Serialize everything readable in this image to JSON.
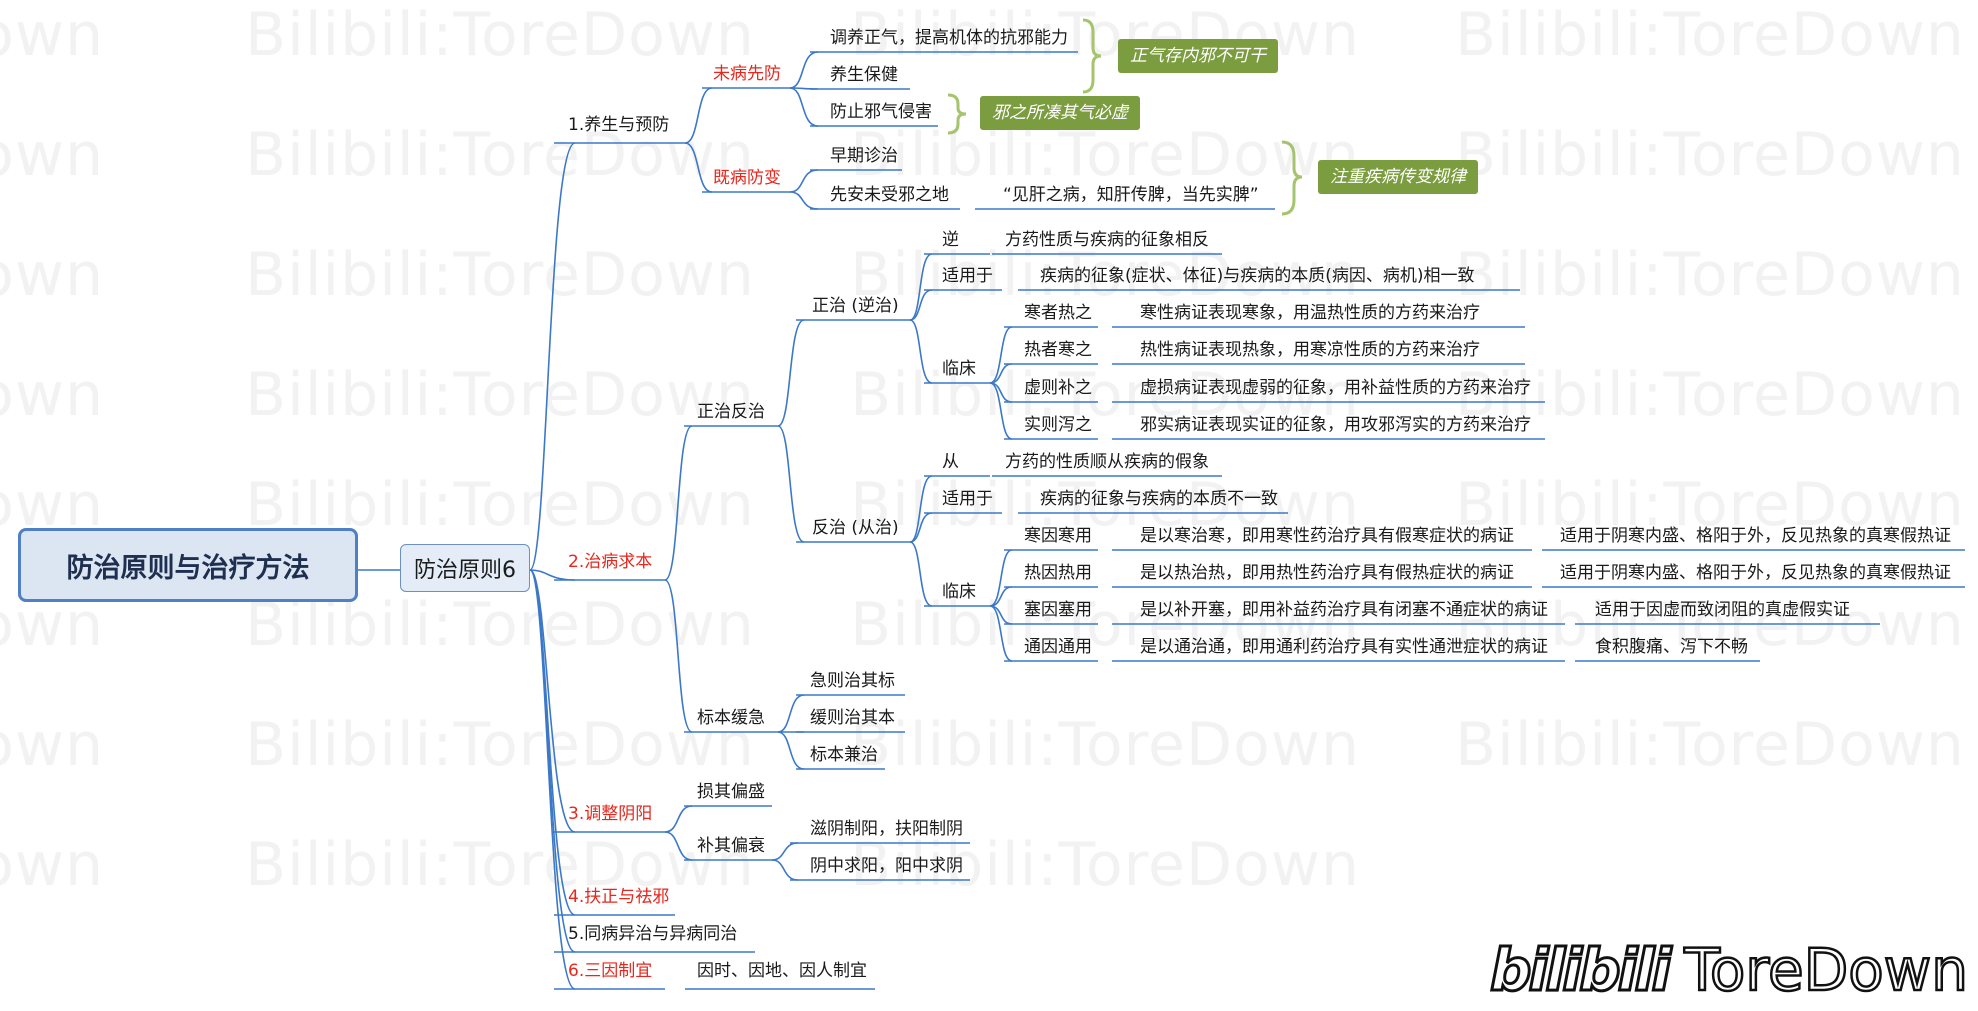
{
  "watermark": "Bilibili:ToreDown",
  "watermark_prefix": "Down",
  "root": "防治原则与治疗方法",
  "sub": "防治原则6",
  "l1": {
    "prevention": "1.养生与预防",
    "treat_root": "2.治病求本",
    "yinyang": "3.调整阴阳",
    "fuzheng": "4.扶正与祛邪",
    "tongbing": "5.同病异治与异病同治",
    "sanyin": "6.三因制宜"
  },
  "prevention": {
    "weibing": "未病先防",
    "weibing_items": [
      "调养正气，提高机体的抗邪能力",
      "养生保健",
      "防止邪气侵害"
    ],
    "jibing": "既病防变",
    "jibing_items": [
      "早期诊治",
      "先安未受邪之地"
    ],
    "quote": "“见肝之病，知肝传脾，当先实脾”",
    "callout1": "正气存内邪不可干",
    "callout2": "邪之所凑其气必虚",
    "callout3": "注重疾病传变规律"
  },
  "zhengfan": {
    "label": "正治反治",
    "zhengzhi": {
      "label": "正治 (逆治)",
      "ni": "逆",
      "ni_desc": "方药性质与疾病的征象相反",
      "shiyong": "适用于",
      "shiyong_desc": "疾病的征象(症状、体征)与疾病的本质(病因、病机)相一致",
      "linchuang": "临床",
      "rows": [
        {
          "term": "寒者热之",
          "desc": "寒性病证表现寒象，用温热性质的方药来治疗"
        },
        {
          "term": "热者寒之",
          "desc": "热性病证表现热象，用寒凉性质的方药来治疗"
        },
        {
          "term": "虚则补之",
          "desc": "虚损病证表现虚弱的征象，用补益性质的方药来治疗"
        },
        {
          "term": "实则泻之",
          "desc": "邪实病证表现实证的征象，用攻邪泻实的方药来治疗"
        }
      ]
    },
    "fanzhi": {
      "label": "反治 (从治)",
      "cong": "从",
      "cong_desc": "方药的性质顺从疾病的假象",
      "shiyong": "适用于",
      "shiyong_desc": "疾病的征象与疾病的本质不一致",
      "linchuang": "临床",
      "rows": [
        {
          "term": "寒因寒用",
          "desc": "是以寒治寒，即用寒性药治疗具有假寒症状的病证",
          "note": "适用于阴寒内盛、格阳于外，反见热象的真寒假热证"
        },
        {
          "term": "热因热用",
          "desc": "是以热治热，即用热性药治疗具有假热症状的病证",
          "note": "适用于阴寒内盛、格阳于外，反见热象的真寒假热证"
        },
        {
          "term": "塞因塞用",
          "desc": "是以补开塞，即用补益药治疗具有闭塞不通症状的病证",
          "note": "适用于因虚而致闭阻的真虚假实证"
        },
        {
          "term": "通因通用",
          "desc": "是以通治通，即用通利药治疗具有实性通泄症状的病证",
          "note": "食积腹痛、泻下不畅"
        }
      ]
    }
  },
  "biaoben": {
    "label": "标本缓急",
    "items": [
      "急则治其标",
      "缓则治其本",
      "标本兼治"
    ]
  },
  "yinyang": {
    "sunqi": "损其偏盛",
    "buqi": "补其偏衰",
    "bu_items": [
      "滋阴制阳，扶阳制阴",
      "阴中求阳，阳中求阴"
    ]
  },
  "sanyin_desc": "因时、因地、因人制宜",
  "logo": {
    "bili": "bilibili",
    "name": "ToreDown"
  },
  "colors": {
    "line": "#3c78c8",
    "accent_red": "#e8261d",
    "callout": "#7b9c3f",
    "bracket": "#a6c46e"
  }
}
